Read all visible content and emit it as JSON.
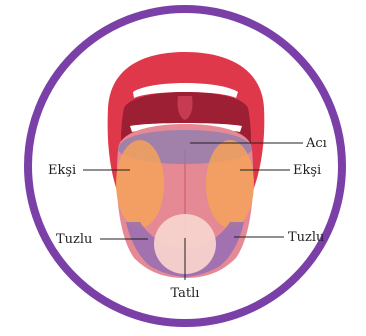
{
  "colors": {
    "frame": "#7b3fa8",
    "lips": "#e0384b",
    "mouth_interior": "#9c1f33",
    "tongue": "#e58a94",
    "sour_zone": "#f6a25a",
    "salty_zone": "#8a6ab8",
    "sweet_zone": "#f7d2cc",
    "bitter_zone": "#8a7db0"
  },
  "labels": {
    "bitter": "Acı",
    "sour_left": "Ekşi",
    "sour_right": "Ekşi",
    "salty_left": "Tuzlu",
    "salty_right": "Tuzlu",
    "sweet": "Tatlı"
  }
}
